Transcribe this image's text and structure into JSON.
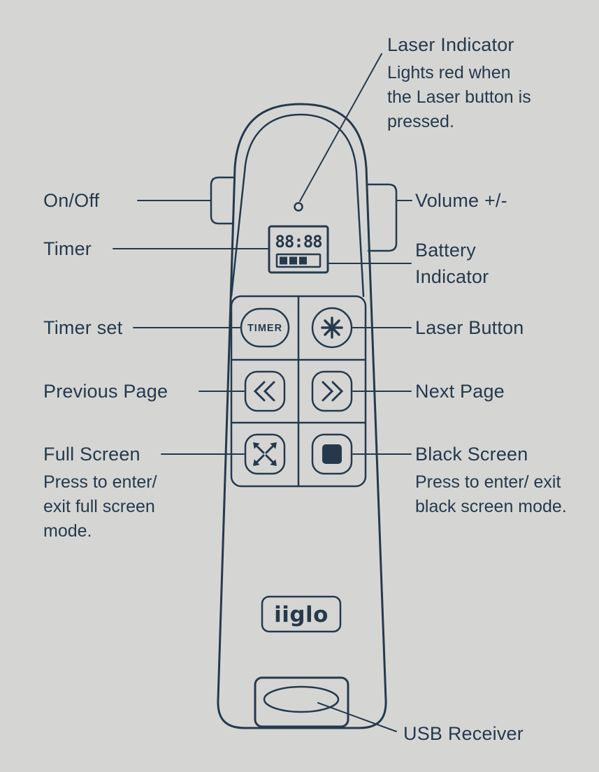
{
  "colors": {
    "background": "#d5d6d4",
    "ink": "#26394c"
  },
  "callouts": {
    "laser_indicator": {
      "title": "Laser Indicator",
      "description": "Lights red when the Laser button is pressed."
    },
    "on_off": {
      "title": "On/Off"
    },
    "volume": {
      "title": "Volume +/-"
    },
    "timer": {
      "title": "Timer"
    },
    "battery_indicator": {
      "title": "Battery Indicator"
    },
    "timer_set": {
      "title": "Timer set"
    },
    "laser_button": {
      "title": "Laser Button"
    },
    "previous_page": {
      "title": "Previous Page"
    },
    "next_page": {
      "title": "Next Page"
    },
    "full_screen": {
      "title": "Full Screen",
      "description": "Press to enter/ exit full screen mode."
    },
    "black_screen": {
      "title": "Black Screen",
      "description": "Press to enter/ exit black screen mode."
    },
    "usb_receiver": {
      "title": "USB Receiver"
    }
  },
  "device": {
    "brand": "iiglo",
    "lcd_display": "88:88",
    "timer_button_label": "TIMER"
  }
}
